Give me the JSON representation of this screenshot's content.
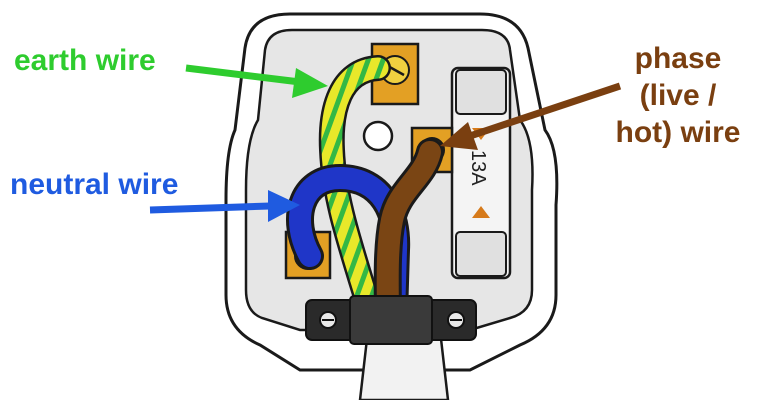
{
  "labels": {
    "earth": "earth wire",
    "neutral": "neutral wire",
    "phase_lines": [
      "phase",
      "(live /",
      "hot) wire"
    ]
  },
  "fuse": {
    "rating": "13A"
  },
  "colors": {
    "earth_label": "#2ecc2e",
    "neutral_label": "#1f5be0",
    "phase_label": "#7a3f10",
    "earth_wire_green": "#33b845",
    "earth_wire_yellow": "#e8e82a",
    "neutral_wire": "#1f36c8",
    "phase_wire": "#7a4514",
    "terminal_brass": "#e3a024",
    "plug_body": "#ffffff",
    "plug_inner": "#e6e6e6",
    "outline": "#1a1a1a"
  },
  "icons": {
    "terminal_screw": "screw-icon",
    "arrow": "arrow-icon",
    "fuse": "fuse-icon"
  }
}
